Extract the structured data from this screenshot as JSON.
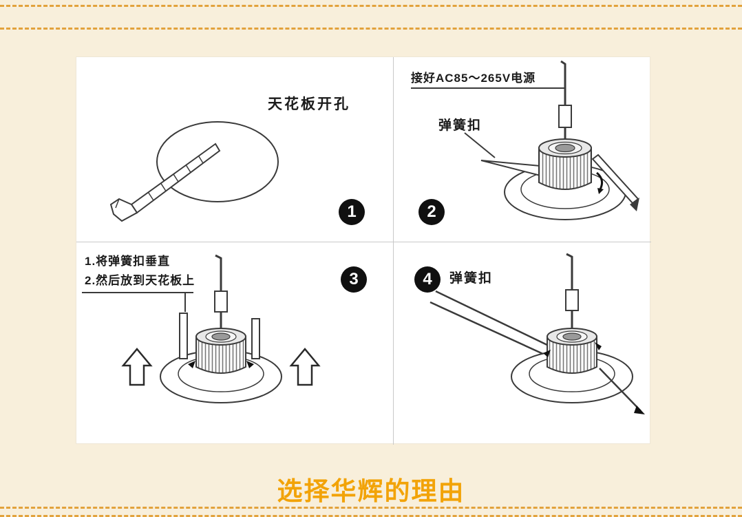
{
  "page": {
    "footer_title": "选择华辉的理由"
  },
  "diagram": {
    "step1": {
      "number": "1",
      "caption": "天花板开孔"
    },
    "step2": {
      "number": "2",
      "power_label": "接好AC85～265V电源",
      "clip_label": "弹簧扣"
    },
    "step3": {
      "number": "3",
      "instruction1": "1.将弹簧扣垂直",
      "instruction2": "2.然后放到天花板上"
    },
    "step4": {
      "number": "4",
      "clip_label": "弹簧扣"
    }
  },
  "colors": {
    "background": "#f8efdb",
    "dashed_border": "#e2a23c",
    "title_accent": "#f2a308",
    "badge": "#101010",
    "line_art": "#3a3a3a"
  }
}
